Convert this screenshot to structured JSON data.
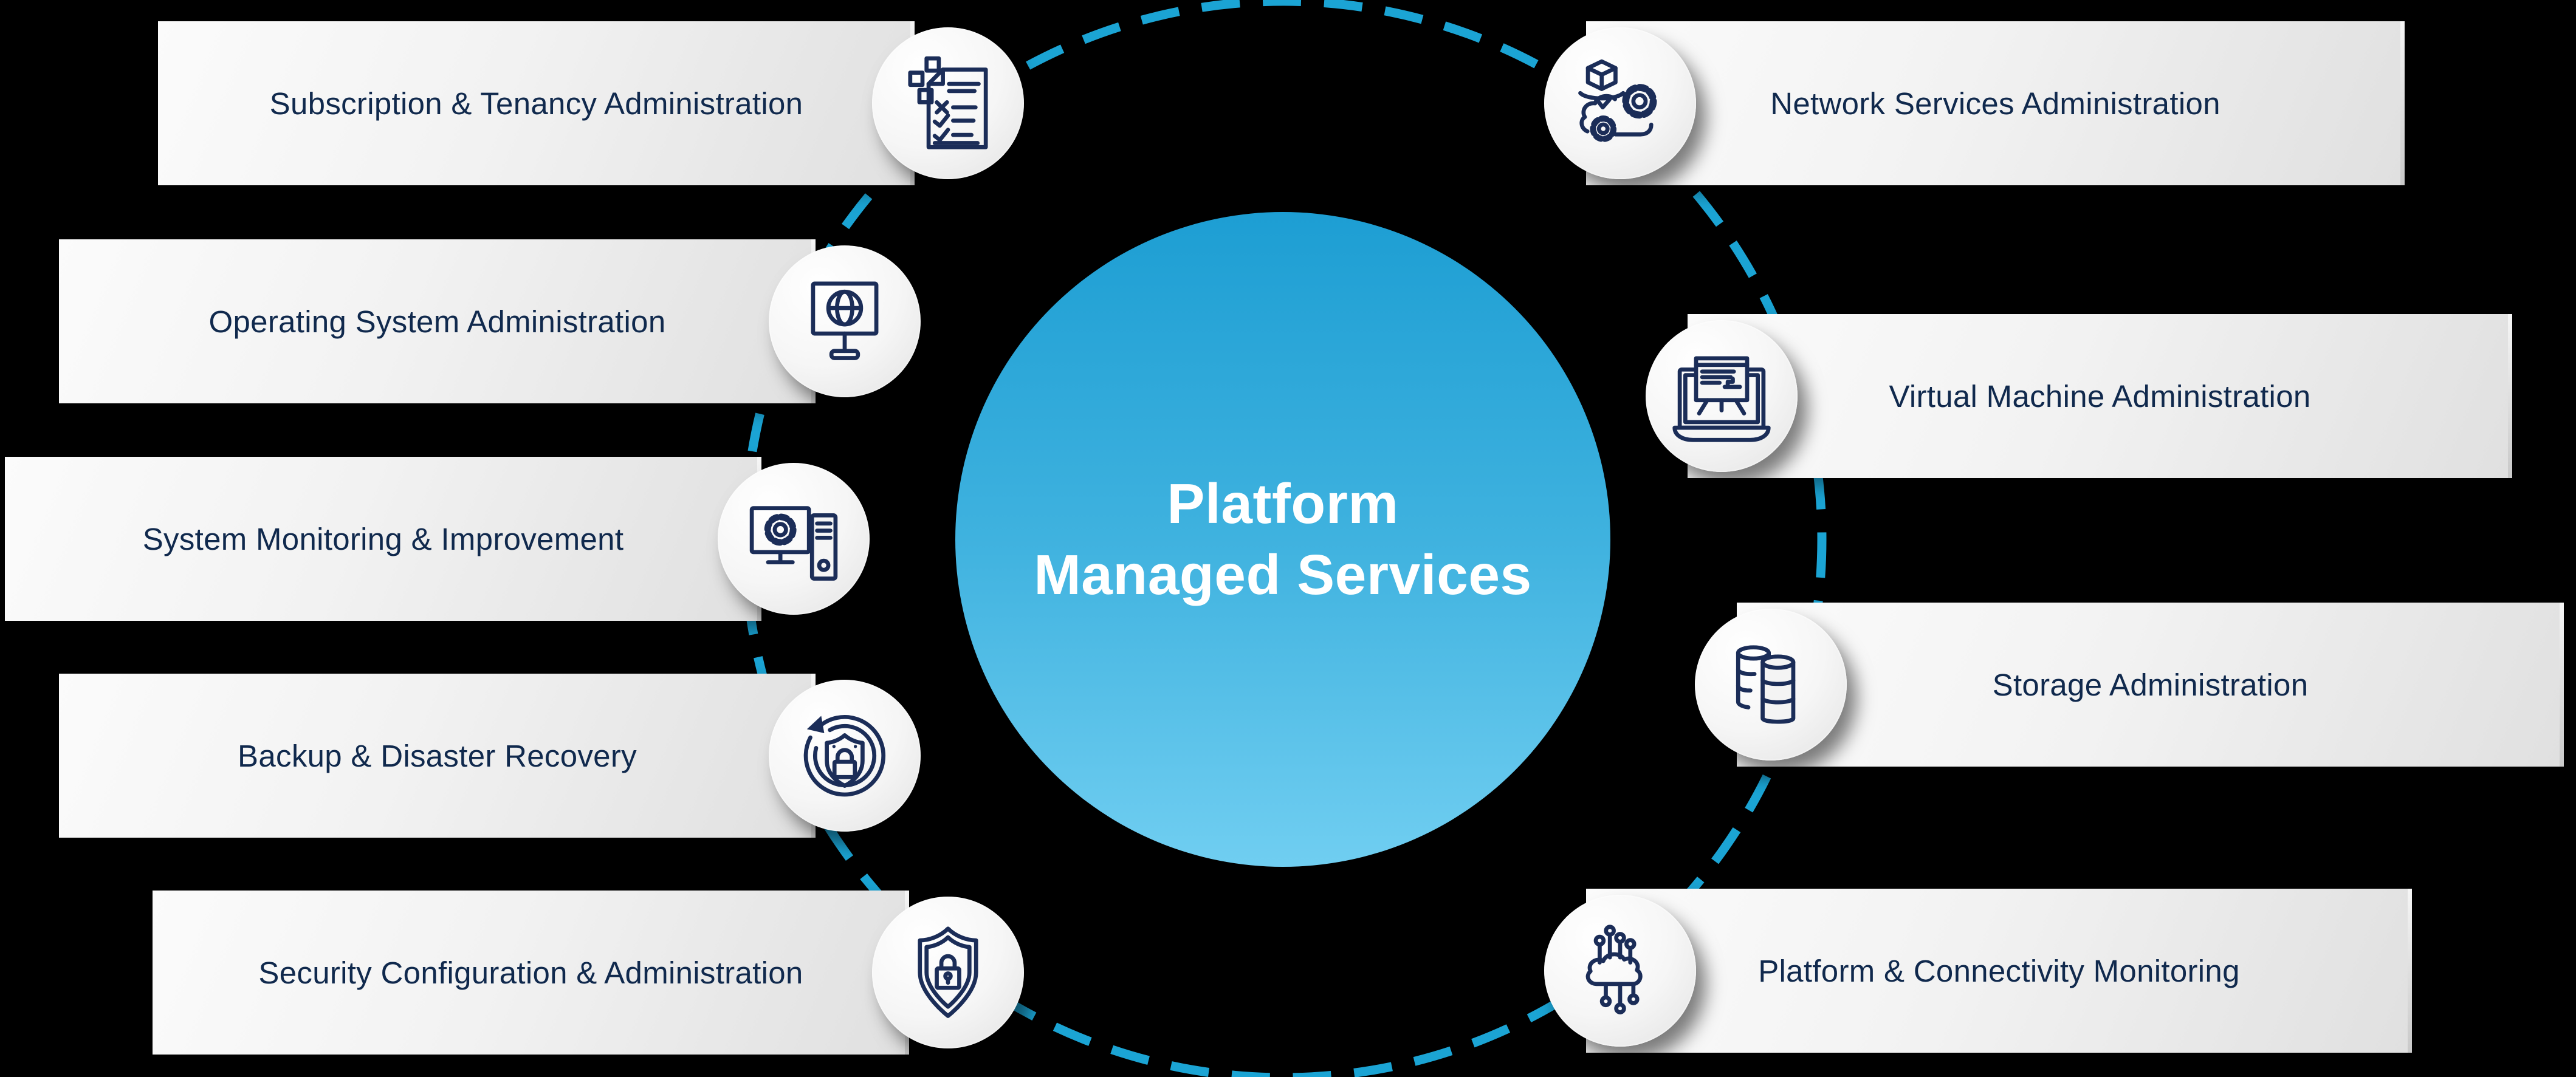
{
  "center": {
    "line1": "Platform",
    "line2": "Managed Services"
  },
  "left_items": [
    {
      "label": "Subscription & Tenancy Administration",
      "icon": "checklist-icon"
    },
    {
      "label": "Operating System Administration",
      "icon": "monitor-globe-icon"
    },
    {
      "label": "System Monitoring & Improvement",
      "icon": "monitor-gear-server-icon"
    },
    {
      "label": "Backup & Disaster Recovery",
      "icon": "backup-restore-shield-icon"
    },
    {
      "label": "Security Configuration & Administration",
      "icon": "security-shield-lock-icon"
    }
  ],
  "right_items": [
    {
      "label": "Network Services Administration",
      "icon": "cloud-gears-box-icon"
    },
    {
      "label": "Virtual Machine Administration",
      "icon": "laptop-presentation-icon"
    },
    {
      "label": "Storage Administration",
      "icon": "database-cylinders-icon"
    },
    {
      "label": "Platform & Connectivity Monitoring",
      "icon": "cloud-circuit-icon"
    }
  ],
  "colors": {
    "background": "#000000",
    "accent_cyan": "#1BA4D4",
    "center_gradient_top": "#1D9ED3",
    "center_gradient_bottom": "#70CEF1",
    "label_navy": "#10294D",
    "icon_stroke_navy": "#1B2D58",
    "bar_light": "#FBFBFB",
    "bar_dark": "#E0E0E0",
    "center_text": "#FFFFFF"
  }
}
